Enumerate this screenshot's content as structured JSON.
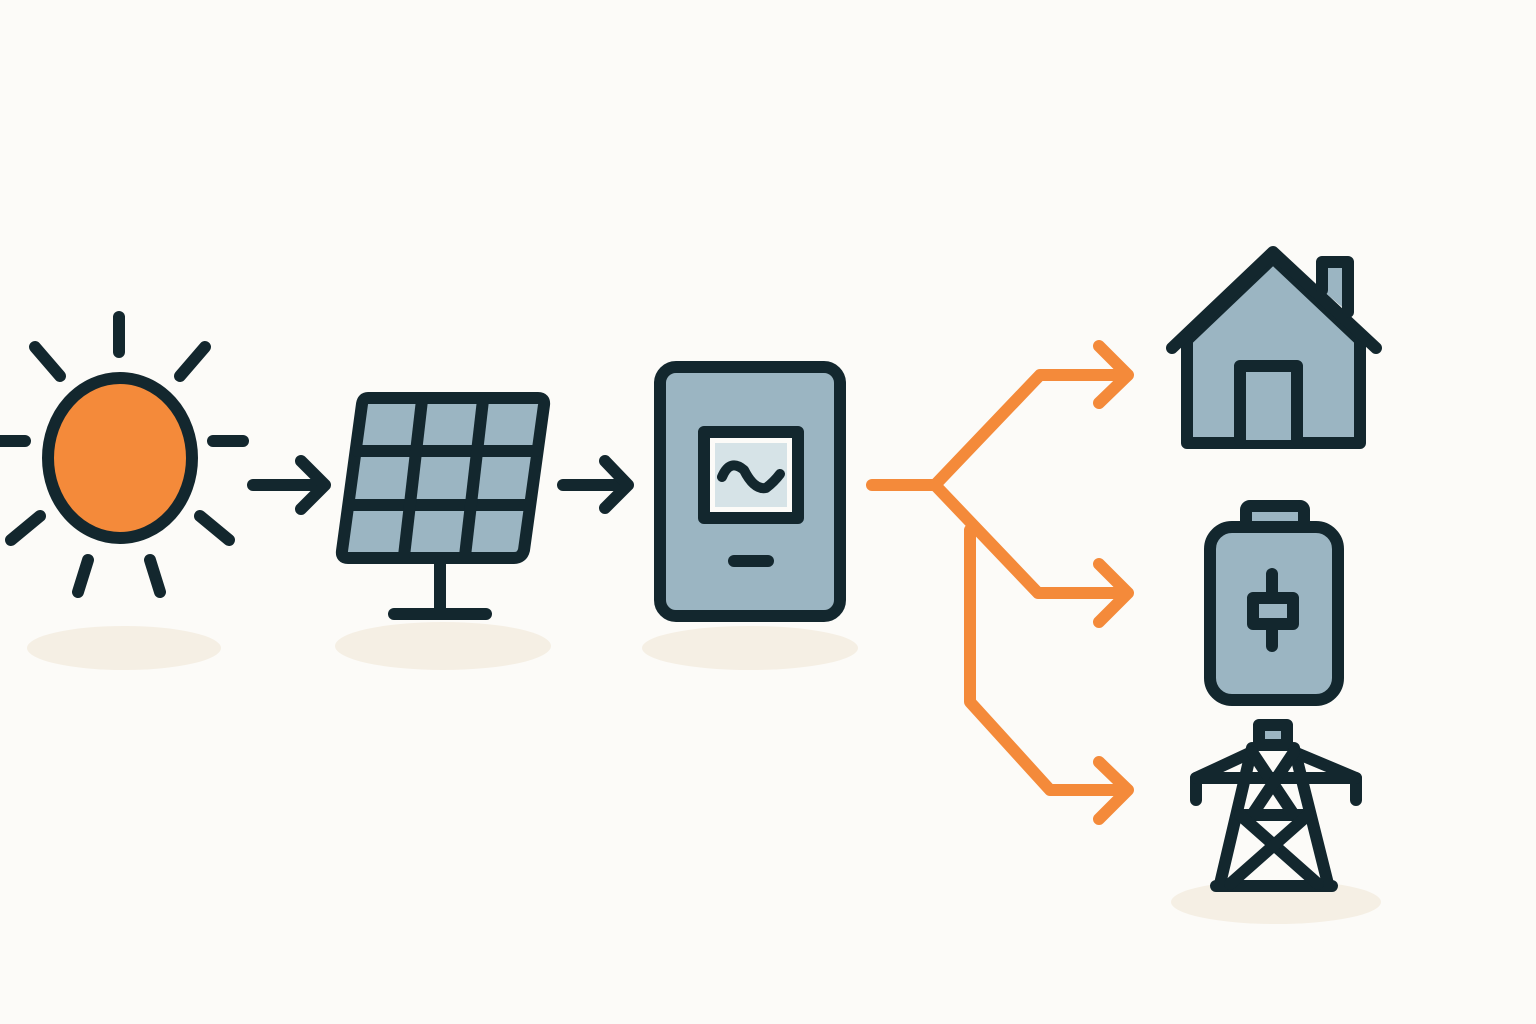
{
  "colors": {
    "background": "#fcfbf8",
    "outline": "#13272e",
    "orange": "#f48a3a",
    "panel_fill": "#9bb5c2",
    "screen_fill": "#d6e3e7",
    "shadow": "#f5efe4"
  },
  "nodes": [
    {
      "id": "sun",
      "icon": "sun-icon"
    },
    {
      "id": "solar-panel",
      "icon": "solar-panel-icon"
    },
    {
      "id": "inverter",
      "icon": "inverter-icon"
    },
    {
      "id": "house",
      "icon": "house-icon"
    },
    {
      "id": "battery",
      "icon": "battery-icon"
    },
    {
      "id": "grid",
      "icon": "power-tower-icon"
    }
  ],
  "edges": [
    {
      "from": "sun",
      "to": "solar-panel"
    },
    {
      "from": "solar-panel",
      "to": "inverter"
    },
    {
      "from": "inverter",
      "to": "house"
    },
    {
      "from": "inverter",
      "to": "battery"
    },
    {
      "from": "inverter",
      "to": "grid"
    }
  ]
}
